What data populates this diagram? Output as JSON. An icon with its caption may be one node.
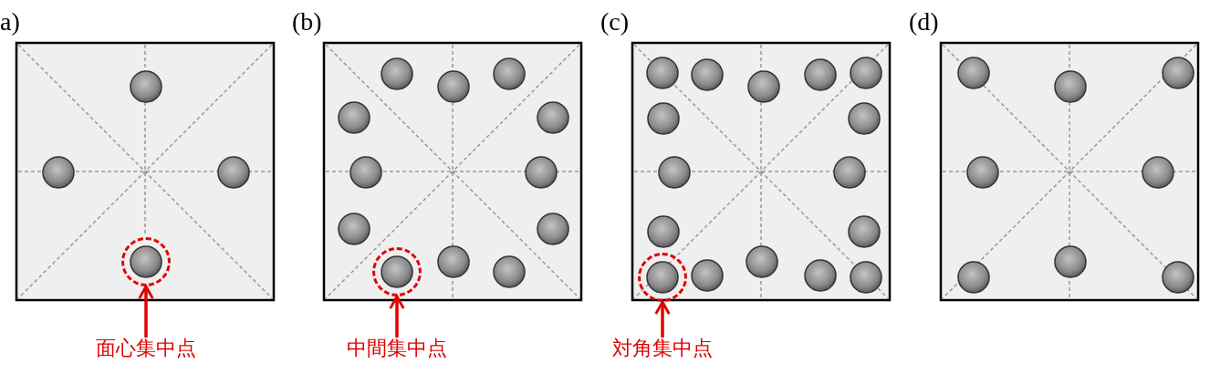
{
  "diagram": {
    "nodes": [
      {
        "text": [
          "a)"
        ]
      },
      {
        "text": [],
        "shape": "circle",
        "in": 0
      },
      {
        "text": [
          "(b)"
        ]
      },
      {
        "text": [],
        "shape": "circle",
        "in": 2
      },
      {
        "text": [
          "(c)"
        ]
      },
      {
        "text": [],
        "shape": "circle",
        "in": 4
      },
      {
        "text": [
          "(d)"
        ]
      },
      {
        "text": [
          "面心集中点"
        ]
      },
      {
        "text": [
          "中間集中点"
        ]
      },
      {
        "text": [
          "対角集中点"
        ]
      }
    ],
    "edges": [
      {
        "from": 7,
        "to": 1,
        "arrow": "to"
      },
      {
        "from": 8,
        "to": 3,
        "arrow": "to"
      },
      {
        "from": 9,
        "to": 5,
        "arrow": "to"
      }
    ]
  }
}
